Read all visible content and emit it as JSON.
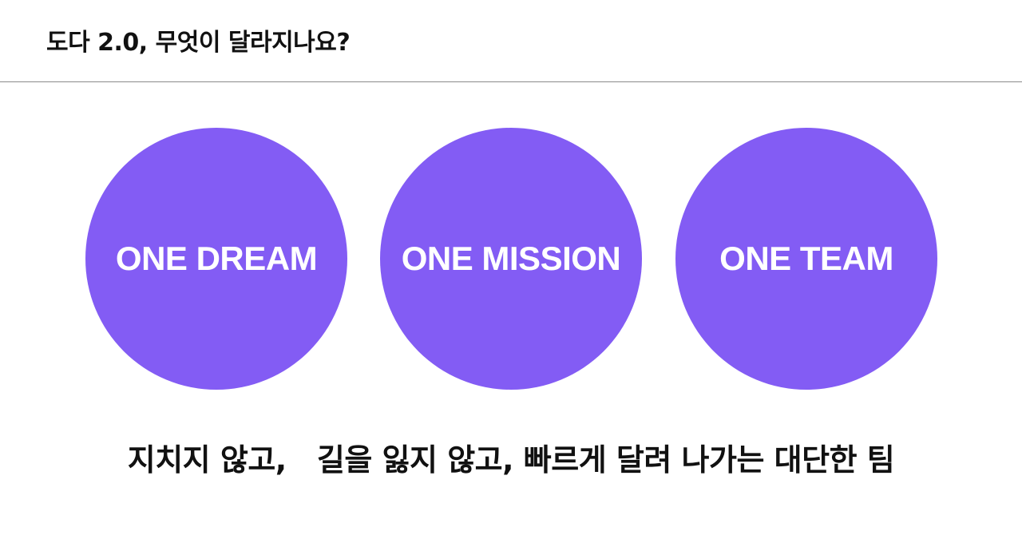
{
  "header": {
    "title": "도다 2.0, 무엇이 달라지나요?"
  },
  "circles": [
    {
      "label": "ONE DREAM"
    },
    {
      "label": "ONE MISSION"
    },
    {
      "label": "ONE TEAM"
    }
  ],
  "tagline": "지치지 않고,   길을 잃지 않고, 빠르게 달려 나가는 대단한 팀",
  "colors": {
    "circle_fill": "#835cf4",
    "divider": "#8a8a8a",
    "text": "#111111"
  }
}
